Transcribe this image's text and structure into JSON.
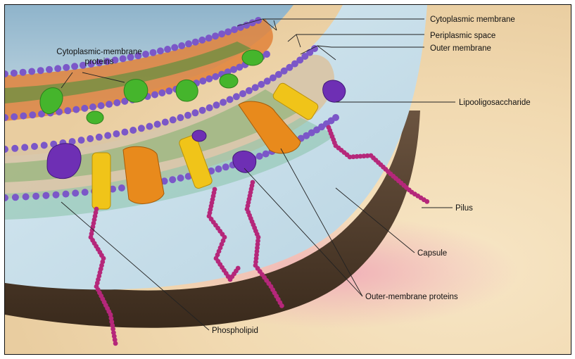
{
  "labels": {
    "cytoplasmic_membrane": "Cytoplasmic membrane",
    "periplasmic_space": "Periplasmic space",
    "outer_membrane": "Outer membrane",
    "cm_proteins_line1": "Cytoplasmic-membrane",
    "cm_proteins_line2": "proteins",
    "lipooligosaccharide": "Lipooligosaccharide",
    "pilus": "Pilus",
    "capsule": "Capsule",
    "outer_membrane_proteins": "Outer-membrane proteins",
    "phospholipid": "Phospholipid"
  },
  "colors": {
    "background": "#f3dcb6",
    "sky": "#9fbfd2",
    "capsule": "#cfe4ef",
    "cytoplasm_wall": "#54402e",
    "phospholipid_head": "#7b57c8",
    "cm_protein": "#45b52c",
    "porin": "#e88a1c",
    "yellow_protein": "#f0c419",
    "purple_protein": "#6e2fb4",
    "pilus": "#b5277a",
    "label_text": "#111111"
  }
}
